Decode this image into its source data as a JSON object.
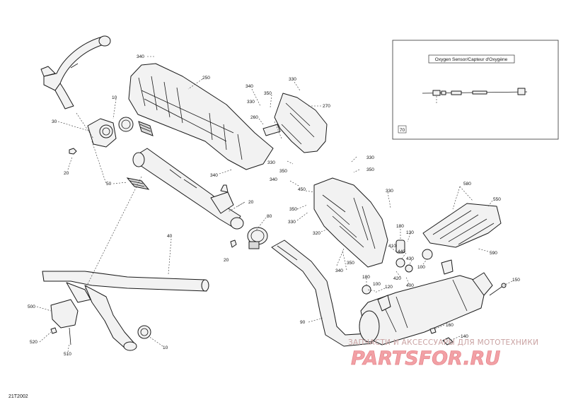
{
  "diagram_id": "21T2002",
  "inset": {
    "title": "Oxygen Sensor/Capteur d'Oxygène",
    "part_number": "70"
  },
  "callouts": [
    {
      "id": "c340a",
      "text": "340"
    },
    {
      "id": "c250",
      "text": "250"
    },
    {
      "id": "c330a",
      "text": "330"
    },
    {
      "id": "c340b",
      "text": "340"
    },
    {
      "id": "c350a",
      "text": "350"
    },
    {
      "id": "c330b",
      "text": "330"
    },
    {
      "id": "c260",
      "text": "260"
    },
    {
      "id": "c270",
      "text": "270"
    },
    {
      "id": "c10a",
      "text": "10"
    },
    {
      "id": "c30",
      "text": "30"
    },
    {
      "id": "c20a",
      "text": "20"
    },
    {
      "id": "c50",
      "text": "50"
    },
    {
      "id": "c340c",
      "text": "340"
    },
    {
      "id": "c330c",
      "text": "330"
    },
    {
      "id": "c350b",
      "text": "350"
    },
    {
      "id": "c330d",
      "text": "330"
    },
    {
      "id": "c350c",
      "text": "350"
    },
    {
      "id": "c340d",
      "text": "340"
    },
    {
      "id": "c450",
      "text": "450"
    },
    {
      "id": "c330e",
      "text": "330"
    },
    {
      "id": "c350d",
      "text": "350"
    },
    {
      "id": "c330f",
      "text": "330"
    },
    {
      "id": "c20b",
      "text": "20"
    },
    {
      "id": "c80",
      "text": "80"
    },
    {
      "id": "c320",
      "text": "320"
    },
    {
      "id": "c180a",
      "text": "180"
    },
    {
      "id": "c130",
      "text": "130"
    },
    {
      "id": "c410",
      "text": "410"
    },
    {
      "id": "c440",
      "text": "440"
    },
    {
      "id": "c430",
      "text": "430"
    },
    {
      "id": "c100a",
      "text": "100"
    },
    {
      "id": "c420",
      "text": "420"
    },
    {
      "id": "c400",
      "text": "400"
    },
    {
      "id": "c350e",
      "text": "350"
    },
    {
      "id": "c340e",
      "text": "340"
    },
    {
      "id": "c580",
      "text": "580"
    },
    {
      "id": "c550",
      "text": "550"
    },
    {
      "id": "c590",
      "text": "590"
    },
    {
      "id": "c20c",
      "text": "20"
    },
    {
      "id": "c40",
      "text": "40"
    },
    {
      "id": "c180b",
      "text": "180"
    },
    {
      "id": "c100b",
      "text": "100"
    },
    {
      "id": "c120",
      "text": "120"
    },
    {
      "id": "c150",
      "text": "150"
    },
    {
      "id": "c90",
      "text": "90"
    },
    {
      "id": "c160",
      "text": "160"
    },
    {
      "id": "c140",
      "text": "140"
    },
    {
      "id": "c500",
      "text": "500"
    },
    {
      "id": "c520",
      "text": "520"
    },
    {
      "id": "c510",
      "text": "510"
    },
    {
      "id": "c10b",
      "text": "10"
    }
  ],
  "watermark": {
    "tagline": "ЗАПЧАСТИ И АКСЕССУАРЫ ДЛЯ МОТОТЕХНИКИ",
    "logo": "PARTSFOR.RU"
  }
}
